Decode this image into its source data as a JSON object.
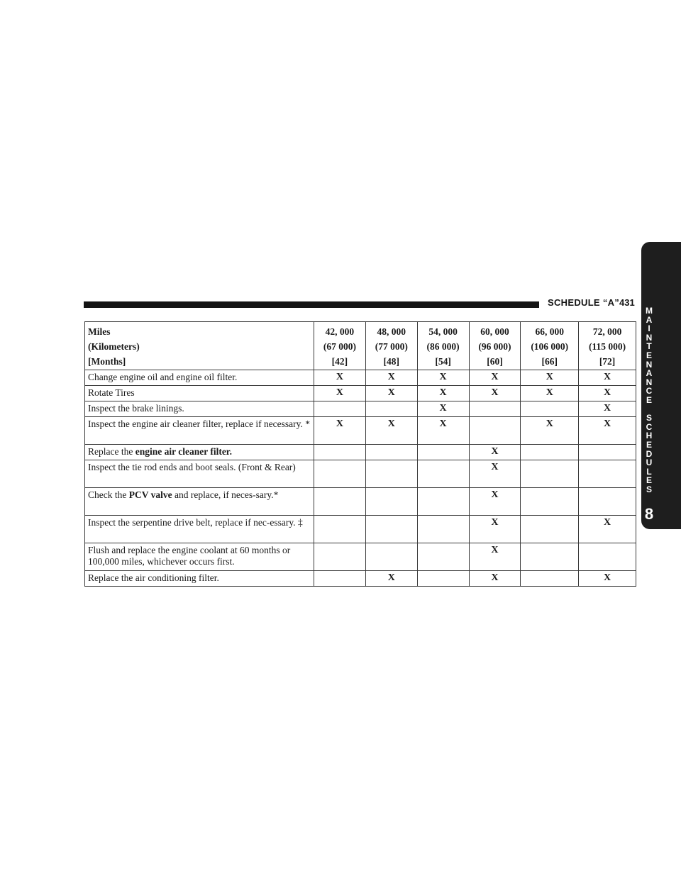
{
  "header": {
    "title": "SCHEDULE “A”",
    "page_number": "431"
  },
  "side_tab": {
    "section_letters": [
      "M",
      "A",
      "I",
      "N",
      "T",
      "E",
      "N",
      "A",
      "N",
      "C",
      "E",
      "",
      "S",
      "C",
      "H",
      "E",
      "D",
      "U",
      "L",
      "E",
      "S"
    ],
    "section_number": "8"
  },
  "table": {
    "header_labels": [
      "Miles",
      "(Kilometers)",
      "[Months]"
    ],
    "columns": [
      {
        "miles": "42, 000",
        "km": "(67 000)",
        "months": "[42]"
      },
      {
        "miles": "48, 000",
        "km": "(77 000)",
        "months": "[48]"
      },
      {
        "miles": "54, 000",
        "km": "(86 000)",
        "months": "[54]"
      },
      {
        "miles": "60, 000",
        "km": "(96 000)",
        "months": "[60]"
      },
      {
        "miles": "66, 000",
        "km": "(106 000)",
        "months": "[66]"
      },
      {
        "miles": "72, 000",
        "km": "(115 000)",
        "months": "[72]"
      }
    ],
    "rows": [
      {
        "text": "Change engine oil and engine oil filter.",
        "marks": [
          "X",
          "X",
          "X",
          "X",
          "X",
          "X"
        ]
      },
      {
        "text": "Rotate Tires",
        "marks": [
          "X",
          "X",
          "X",
          "X",
          "X",
          "X"
        ]
      },
      {
        "text": "Inspect the brake linings.",
        "marks": [
          "",
          "",
          "X",
          "",
          "",
          "X"
        ]
      },
      {
        "text": "Inspect the engine air cleaner filter, replace if necessary. *",
        "marks": [
          "X",
          "X",
          "X",
          "",
          "X",
          "X"
        ]
      },
      {
        "text_before": "Replace the ",
        "text_bold": "engine air cleaner filter.",
        "text_after": "",
        "marks": [
          "",
          "",
          "",
          "X",
          "",
          ""
        ]
      },
      {
        "text": "Inspect the tie rod ends and boot seals. (Front & Rear)",
        "marks": [
          "",
          "",
          "",
          "X",
          "",
          ""
        ]
      },
      {
        "text_before": "Check the ",
        "text_bold": "PCV valve",
        "text_after": " and replace, if neces-sary.*",
        "marks": [
          "",
          "",
          "",
          "X",
          "",
          ""
        ]
      },
      {
        "text": "Inspect the serpentine drive belt, replace if nec-essary. ‡",
        "marks": [
          "",
          "",
          "",
          "X",
          "",
          "X"
        ]
      },
      {
        "text": "Flush and replace the engine coolant at 60 months or 100,000 miles, whichever occurs first.",
        "marks": [
          "",
          "",
          "",
          "X",
          "",
          ""
        ]
      },
      {
        "text": "Replace the air conditioning filter.",
        "marks": [
          "",
          "X",
          "",
          "X",
          "",
          "X"
        ]
      }
    ]
  }
}
